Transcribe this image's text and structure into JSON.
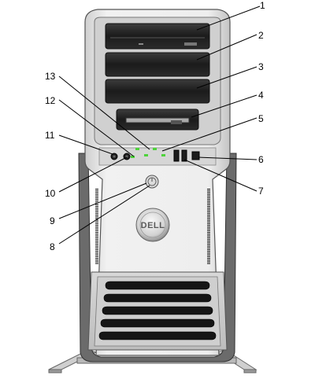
{
  "callouts": [
    {
      "number": "1"
    },
    {
      "number": "2"
    },
    {
      "number": "3"
    },
    {
      "number": "4"
    },
    {
      "number": "5"
    },
    {
      "number": "6"
    },
    {
      "number": "7"
    },
    {
      "number": "8"
    },
    {
      "number": "9"
    },
    {
      "number": "10"
    },
    {
      "number": "11"
    },
    {
      "number": "12"
    },
    {
      "number": "13"
    }
  ],
  "logo_text": "DELL",
  "colors": {
    "chassis_light": "#e2e2e2",
    "chassis_mid": "#b7b7b7",
    "chassis_dark": "#555555",
    "bay_black": "#1a1a1a",
    "led_green": "#4ed33b",
    "stand_gray": "#c9c9c9"
  }
}
